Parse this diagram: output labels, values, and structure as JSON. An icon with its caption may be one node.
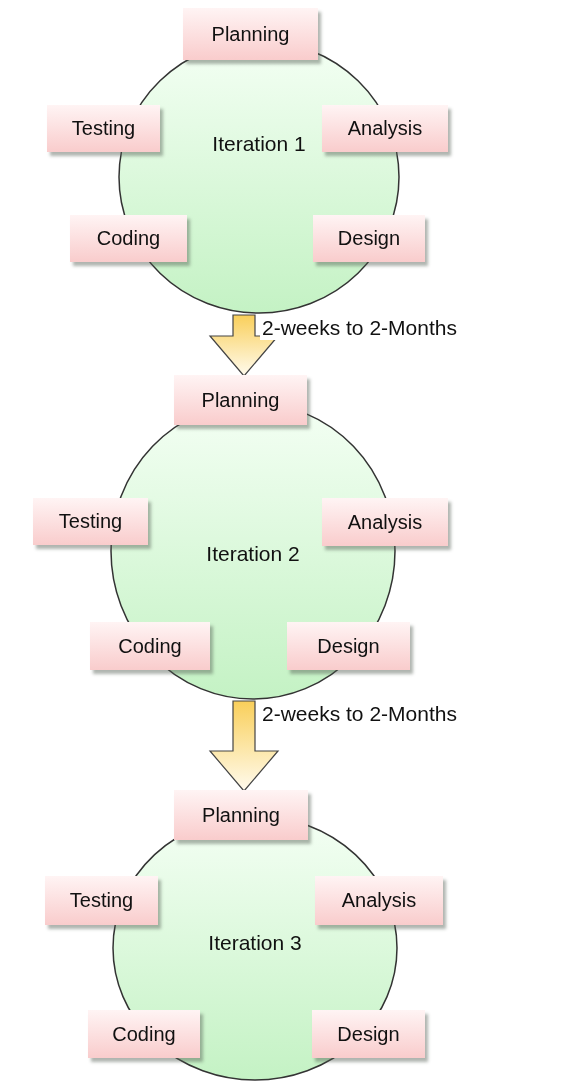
{
  "diagram": {
    "nodes": [
      {
        "text": [
          "Iteration 1"
        ]
      },
      {
        "text": [
          "Planning"
        ]
      },
      {
        "text": [
          "Testing"
        ]
      },
      {
        "text": [
          "Analysis"
        ]
      },
      {
        "text": [
          "Coding"
        ]
      },
      {
        "text": [
          "Design"
        ]
      },
      {
        "text": [
          "Iteration 2"
        ]
      },
      {
        "text": [
          "Planning"
        ]
      },
      {
        "text": [
          "Testing"
        ]
      },
      {
        "text": [
          "Analysis"
        ]
      },
      {
        "text": [
          "Coding"
        ]
      },
      {
        "text": [
          "Design"
        ]
      },
      {
        "text": [
          "Iteration 3"
        ]
      },
      {
        "text": [
          "Planning"
        ]
      },
      {
        "text": [
          "Testing"
        ]
      },
      {
        "text": [
          "Analysis"
        ]
      },
      {
        "text": [
          "Coding"
        ]
      },
      {
        "text": [
          "Design"
        ]
      }
    ],
    "edges": [
      {
        "from": 0,
        "to": 7,
        "arrow": "to",
        "label": "2-weeks to 2-Months"
      },
      {
        "from": 6,
        "to": 13,
        "arrow": "to",
        "label": "2-weeks to 2-Months"
      }
    ]
  }
}
